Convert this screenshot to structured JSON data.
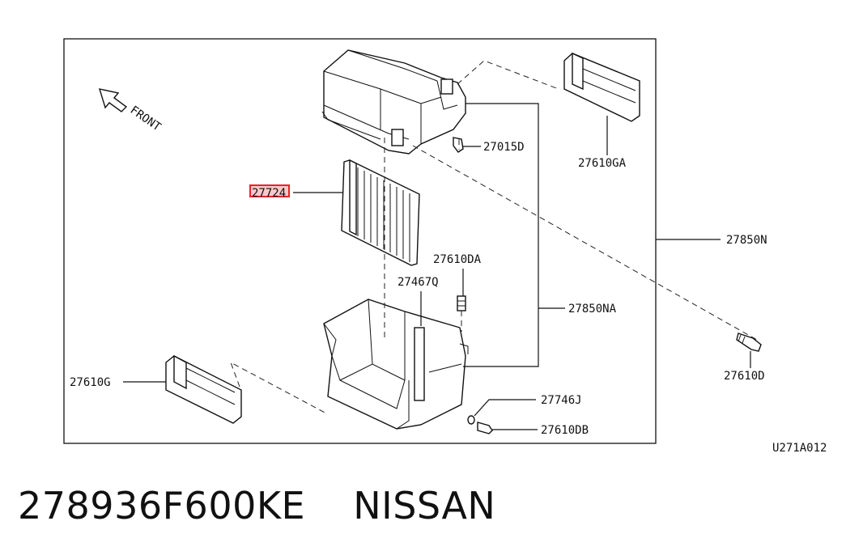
{
  "diagram": {
    "figure_code": "U271A012",
    "direction_label": "FRONT",
    "labels": {
      "27015D": "27015D",
      "27610GA": "27610GA",
      "27724": "27724",
      "27850N": "27850N",
      "27610DA": "27610DA",
      "27467Q": "27467Q",
      "27850NA": "27850NA",
      "27610D": "27610D",
      "27610G": "27610G",
      "27746J": "27746J",
      "27610DB": "27610DB"
    },
    "highlight_color": "#e8232a"
  },
  "footer": {
    "part_number": "278936F600KE",
    "brand": "NISSAN"
  }
}
